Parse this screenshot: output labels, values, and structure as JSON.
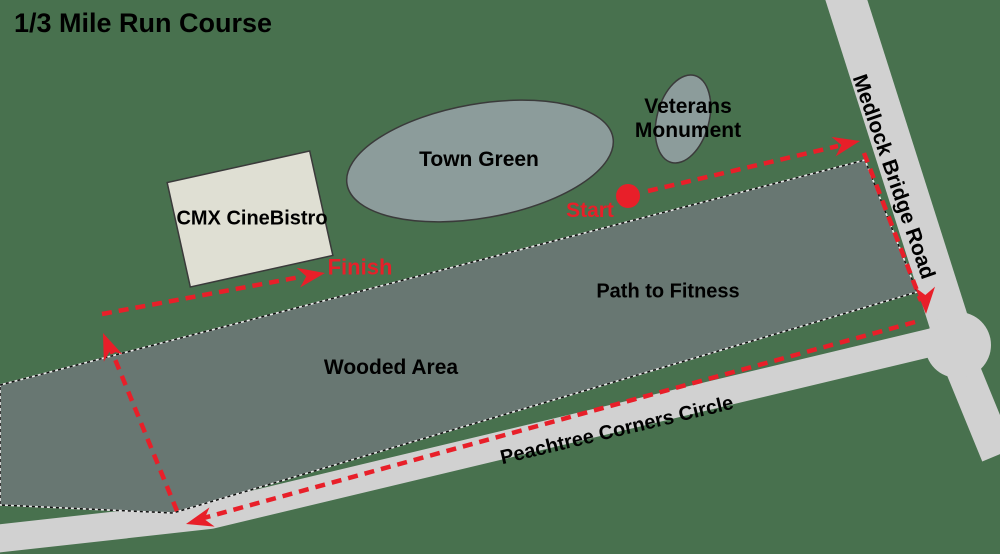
{
  "title": "1/3 Mile Run Course",
  "areas": {
    "town_green": "Town Green",
    "veterans_line1": "Veterans",
    "veterans_line2": "Monument",
    "cmx": "CMX CineBistro",
    "path_to_fitness": "Path to Fitness",
    "wooded_area": "Wooded Area"
  },
  "roads": {
    "medlock": "Medlock Bridge Road",
    "peachtree": "Peachtree Corners Circle"
  },
  "course": {
    "start": "Start",
    "finish": "Finish"
  },
  "colors": {
    "background_green": "#48714e",
    "road_gray": "#d1d1d1",
    "park_fill": "#687772",
    "green_space_fill": "#8c9c9b",
    "building_fill": "#dfdfd3",
    "route_red": "#e81f29",
    "outline_dark": "#3a3a3a",
    "text_black": "#000000"
  }
}
